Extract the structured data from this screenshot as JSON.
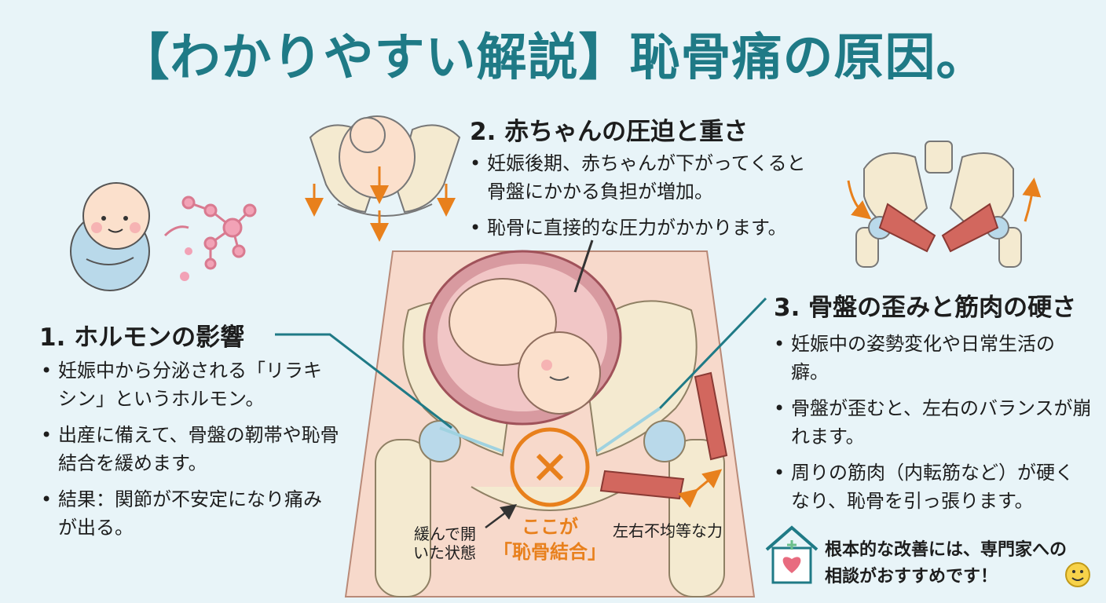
{
  "title": "【わかりやすい解説】恥骨痛の原因。",
  "sections": {
    "hormone": {
      "heading": "1. ホルモンの影響",
      "bullets": [
        "妊娠中から分泌される「リラキシン」というホルモン。",
        "出産に備えて、骨盤の靭帯や恥骨結合を緩めます。",
        "結果：関節が不安定になり痛みが出る。"
      ]
    },
    "baby": {
      "heading": "2. 赤ちゃんの圧迫と重さ",
      "bullets": [
        "妊娠後期、赤ちゃんが下がってくると骨盤にかかる負担が増加。",
        "恥骨に直接的な圧力がかかります。"
      ]
    },
    "pelvis": {
      "heading": "3. 骨盤の歪みと筋肉の硬さ",
      "bullets": [
        "妊娠中の姿勢変化や日常生活の癖。",
        "骨盤が歪むと、左右のバランスが崩れます。",
        "周りの筋肉（内転筋など）が硬くなり、恥骨を引っ張ります。"
      ]
    }
  },
  "labels": {
    "loosened": "緩んで開いた状態",
    "here_line1": "ここが",
    "here_line2": "「恥骨結合」",
    "uneven_force": "左右不均等な力"
  },
  "advice": "根本的な改善には、専門家への相談がおすすめです！",
  "colors": {
    "title": "#1f7a86",
    "accent_orange": "#e8801c",
    "background": "#e8f4f8",
    "bone": "#f4ead0",
    "muscle": "#d2675e",
    "skin": "#f7d9cb"
  },
  "icons": [
    "baby-icon",
    "molecule-icon",
    "pelvis-baby-icon",
    "pelvis-muscle-icon",
    "house-heart-icon",
    "smile-icon",
    "cross-mark-icon"
  ]
}
